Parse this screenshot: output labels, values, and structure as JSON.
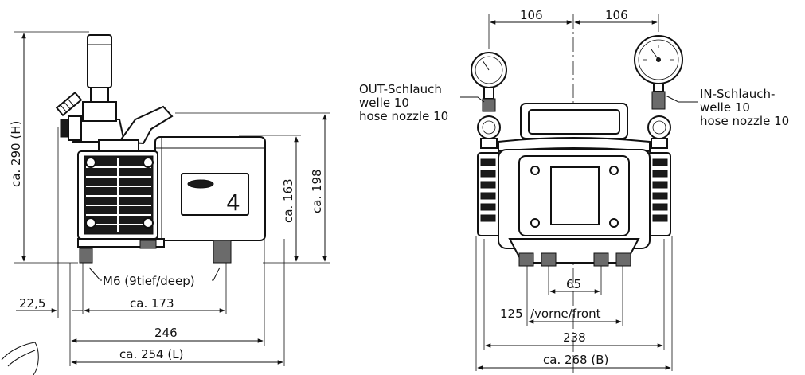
{
  "side_view": {
    "height_label": "ca. 290 (H)",
    "height_198_label": "ca. 198",
    "height_163_label": "ca. 163",
    "offset_label": "22,5",
    "width_173_label": "ca. 173",
    "width_246_label": "246",
    "length_label": "ca. 254 (L)",
    "thread_label": "M6 (9tief/deep)",
    "model_number": "4"
  },
  "front_view": {
    "left_spacing_label": "106",
    "right_spacing_label": "106",
    "out_hose_lines": [
      "OUT-Schlauch",
      "welle 10",
      "hose nozzle 10"
    ],
    "in_hose_lines": [
      "IN-Schlauch-",
      "welle 10",
      "hose nozzle 10"
    ],
    "foot_65_label": "65",
    "foot_125_prefix": "125",
    "foot_125_suffix": "/vorne/front",
    "width_238_label": "238",
    "width_268_label": "ca. 268 (B)"
  }
}
